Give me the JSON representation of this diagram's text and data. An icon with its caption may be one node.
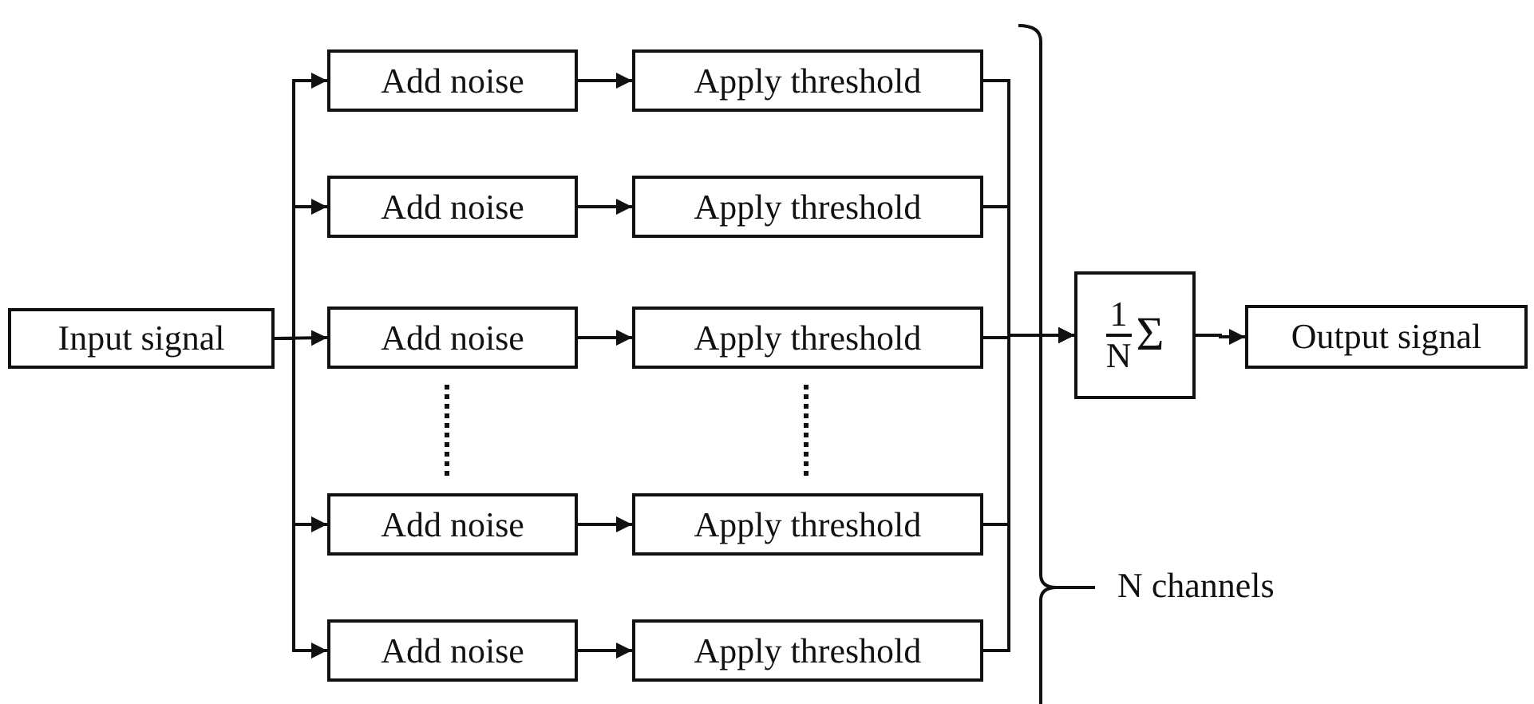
{
  "diagram": {
    "nodes": [
      {
        "text": [
          "Input signal"
        ]
      },
      {
        "text": [
          "Add noise"
        ]
      },
      {
        "text": [
          "Apply threshold"
        ]
      },
      {
        "text": [
          "Add noise"
        ]
      },
      {
        "text": [
          "Apply threshold"
        ]
      },
      {
        "text": [
          "Add noise"
        ]
      },
      {
        "text": [
          "Apply threshold"
        ]
      },
      {
        "text": [
          "Add noise"
        ]
      },
      {
        "text": [
          "Apply threshold"
        ]
      },
      {
        "text": [
          "Add noise"
        ]
      },
      {
        "text": [
          "Apply threshold"
        ]
      },
      {
        "text": [
          "1",
          "N",
          "Σ"
        ]
      },
      {
        "text": [
          "Output signal"
        ]
      }
    ],
    "edges": [
      {
        "from": 0,
        "to": 1,
        "arrow": "to"
      },
      {
        "from": 0,
        "to": 3,
        "arrow": "to"
      },
      {
        "from": 0,
        "to": 5,
        "arrow": "to"
      },
      {
        "from": 0,
        "to": 7,
        "arrow": "to"
      },
      {
        "from": 0,
        "to": 9,
        "arrow": "to"
      },
      {
        "from": 1,
        "to": 2,
        "arrow": "to"
      },
      {
        "from": 3,
        "to": 4,
        "arrow": "to"
      },
      {
        "from": 5,
        "to": 6,
        "arrow": "to"
      },
      {
        "from": 7,
        "to": 8,
        "arrow": "to"
      },
      {
        "from": 9,
        "to": 10,
        "arrow": "to"
      },
      {
        "from": 2,
        "to": 11,
        "arrow": "to"
      },
      {
        "from": 4,
        "to": 11,
        "arrow": "to"
      },
      {
        "from": 6,
        "to": 11,
        "arrow": "to"
      },
      {
        "from": 8,
        "to": 11,
        "arrow": "to"
      },
      {
        "from": 10,
        "to": 11,
        "arrow": "to"
      },
      {
        "from": 11,
        "to": 12,
        "arrow": "to"
      }
    ],
    "labels": [
      "N channels"
    ]
  }
}
